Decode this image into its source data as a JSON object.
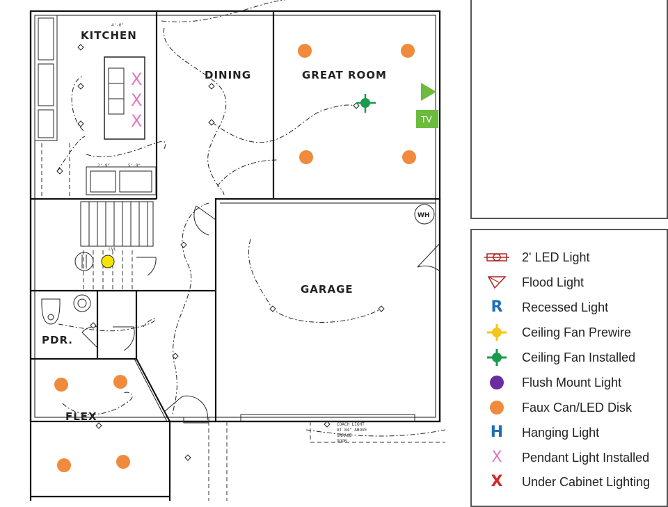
{
  "rooms": {
    "kitchen": "KITCHEN",
    "dining": "DINING",
    "great_room": "GREAT ROOM",
    "garage": "GARAGE",
    "pdr": "PDR.",
    "flex": "FLEX"
  },
  "annotations": {
    "tv": "TV",
    "water_heater": "WH",
    "coach_light_note": [
      "COACH LIGHT",
      "AT 84\" ABOVE",
      "GARAGE",
      "DOOR"
    ]
  },
  "markers": {
    "pendant_x": "X",
    "recessed_r": "R",
    "hanging_h": "H"
  },
  "legend": {
    "items": [
      {
        "label": "2' LED Light",
        "icon": "led-2ft-icon",
        "color": "#b22222"
      },
      {
        "label": "Flood Light",
        "icon": "flood-light-icon",
        "color": "#b22222"
      },
      {
        "label": "Recessed Light",
        "icon": "recessed-light-icon",
        "color": "#1f6fb5"
      },
      {
        "label": "Ceiling Fan Prewire",
        "icon": "ceiling-fan-prewire-icon",
        "color": "#f5c518"
      },
      {
        "label": "Ceiling Fan Installed",
        "icon": "ceiling-fan-installed-icon",
        "color": "#1a9a4a"
      },
      {
        "label": "Flush Mount Light",
        "icon": "flush-mount-icon",
        "color": "#6a2ca0"
      },
      {
        "label": "Faux Can/LED Disk",
        "icon": "faux-can-icon",
        "color": "#f08a3c"
      },
      {
        "label": "Hanging Light",
        "icon": "hanging-light-icon",
        "color": "#1f6fb5"
      },
      {
        "label": "Pendant Light Installed",
        "icon": "pendant-light-icon",
        "color": "#e377c2"
      },
      {
        "label": "Under Cabinet Lighting",
        "icon": "under-cabinet-icon",
        "color": "#d62728"
      }
    ]
  },
  "colors": {
    "faux_can": "#f08a3c",
    "fan_installed": "#1a9a4a",
    "fan_prewire": "#f5e400",
    "pendant": "#e377c2",
    "tv_green": "#6cbb3c"
  }
}
